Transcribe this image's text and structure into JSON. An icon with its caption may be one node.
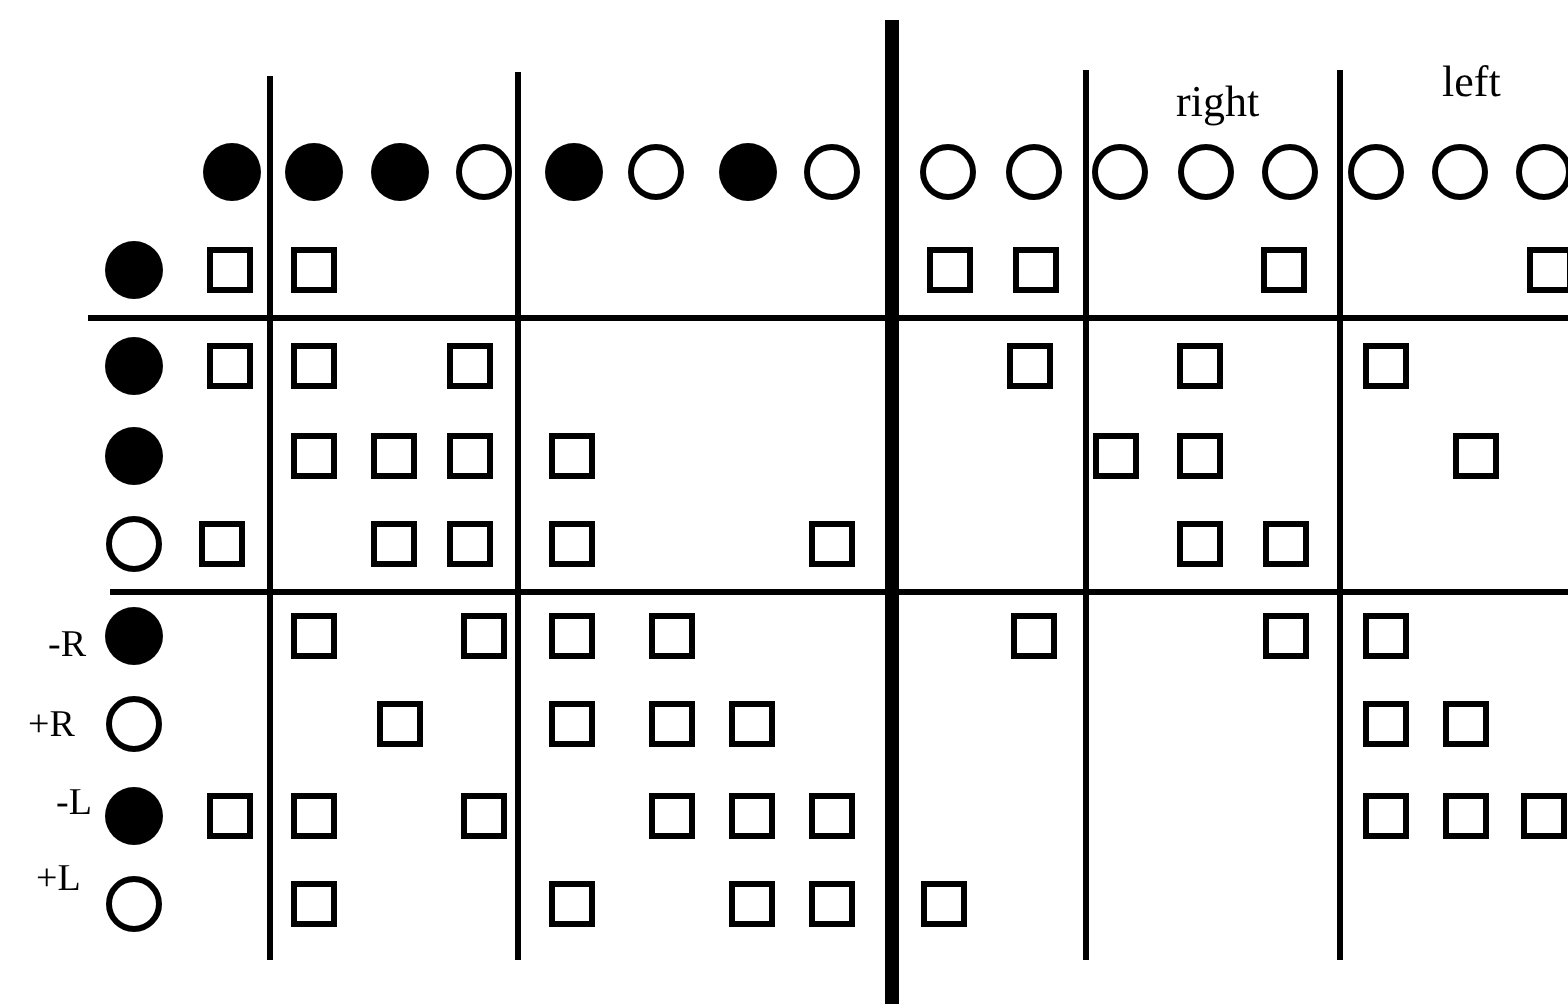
{
  "diagram": {
    "labels": [
      "right",
      "left",
      "-R",
      "+R",
      "-L",
      "+L"
    ]
  }
}
